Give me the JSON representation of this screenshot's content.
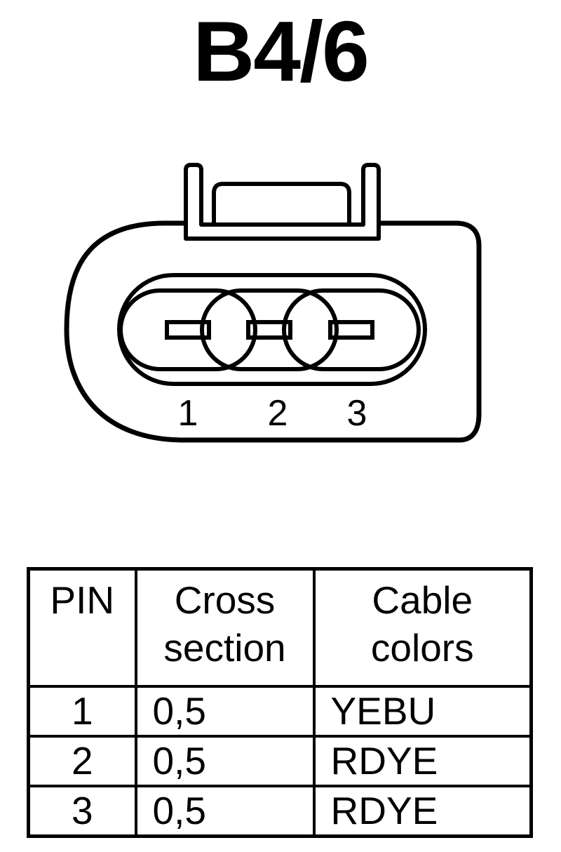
{
  "title": "B4/6",
  "pins": [
    {
      "label": "1"
    },
    {
      "label": "2"
    },
    {
      "label": "3"
    }
  ],
  "table": {
    "headers": {
      "pin": "PIN",
      "cross_section": [
        "Cross",
        "section"
      ],
      "cable_colors": [
        "Cable",
        "colors"
      ]
    },
    "rows": [
      {
        "pin": "1",
        "cross_section": "0,5",
        "color": "YEBU"
      },
      {
        "pin": "2",
        "cross_section": "0,5",
        "color": "RDYE"
      },
      {
        "pin": "3",
        "cross_section": "0,5",
        "color": "RDYE"
      }
    ]
  }
}
